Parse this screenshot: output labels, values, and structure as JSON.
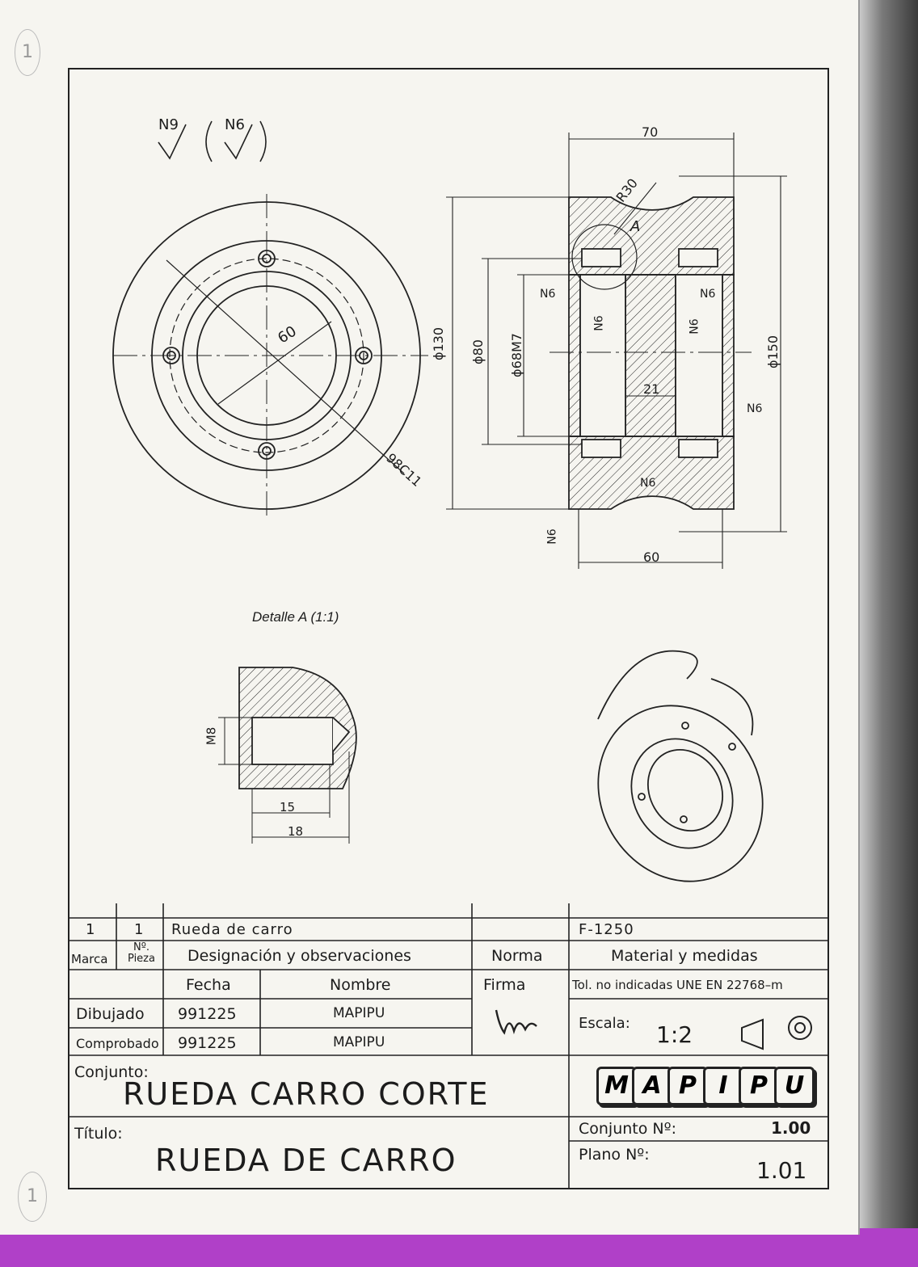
{
  "page_mark": "1",
  "surface_symbols": {
    "main": "N9",
    "other": "N6"
  },
  "views": {
    "front": {
      "dim_pcd": "60",
      "dim_holes": "98C11"
    },
    "section": {
      "dim_top": "70",
      "dim_radius": "R30",
      "detail_ref": "A",
      "dia_130": "ϕ130",
      "dia_80": "ϕ80",
      "dia_68": "ϕ68M7",
      "dia_150": "ϕ150",
      "dim_21": "21",
      "dim_bottom": "60",
      "finish": "N6"
    },
    "detail": {
      "caption": "Detalle A (1:1)",
      "thread": "M8",
      "dim_15": "15",
      "dim_18": "18"
    }
  },
  "title_block": {
    "row_item": {
      "marca": "1",
      "pieza": "1",
      "designacion": "Rueda de carro",
      "material": "F-1250"
    },
    "headers": {
      "marca": "Marca",
      "pieza": "Nº. Pieza",
      "designacion": "Designación y observaciones",
      "norma": "Norma",
      "material": "Material y medidas"
    },
    "fecha_label": "Fecha",
    "nombre_label": "Nombre",
    "firma_label": "Firma",
    "tolerance": "Tol. no indicadas UNE EN 22768–m",
    "dibujado": {
      "label": "Dibujado",
      "fecha": "991225",
      "nombre": "MAPIPU"
    },
    "comprobado": {
      "label": "Comprobado",
      "fecha": "991225",
      "nombre": "MAPIPU"
    },
    "escala_label": "Escala:",
    "escala": "1:2",
    "conjunto_label": "Conjunto:",
    "conjunto": "RUEDA CARRO CORTE",
    "titulo_label": "Título:",
    "titulo": "RUEDA DE CARRO",
    "logo_letters": [
      "M",
      "A",
      "P",
      "I",
      "P",
      "U"
    ],
    "conjunto_n_label": "Conjunto Nº:",
    "conjunto_n": "1.00",
    "plano_n_label": "Plano Nº:",
    "plano_n": "1.01"
  }
}
